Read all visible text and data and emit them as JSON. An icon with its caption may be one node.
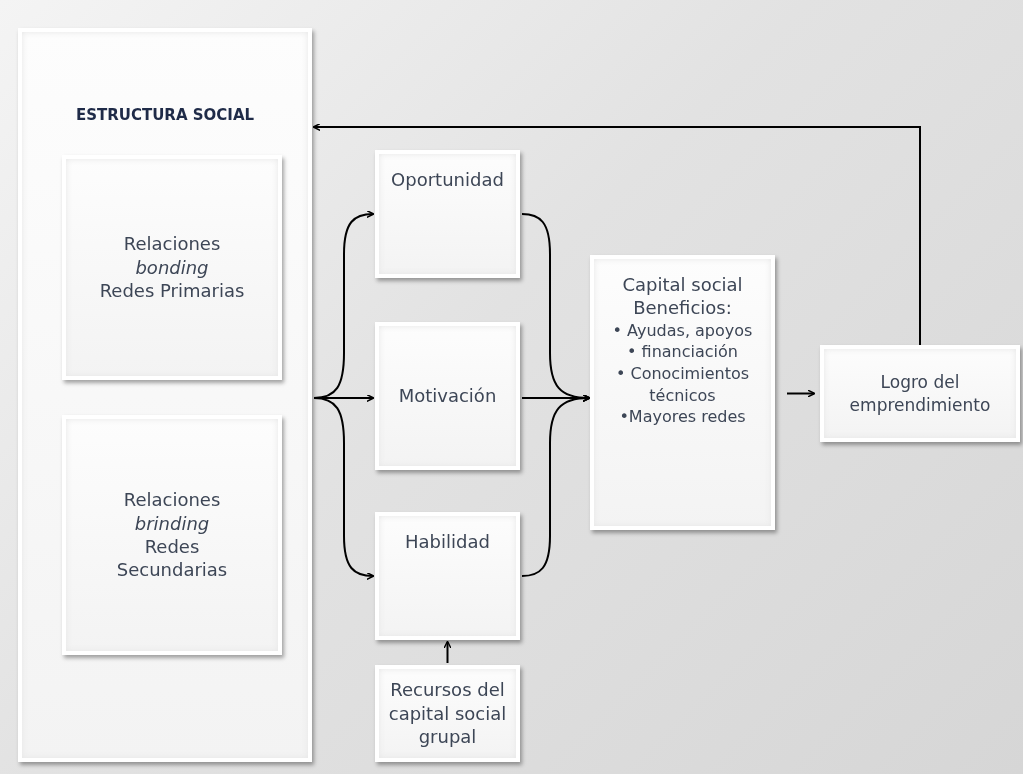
{
  "diagram": {
    "nodes": [
      {
        "text": [
          "ESTRUCTURA SOCIAL"
        ]
      },
      {
        "text": [
          "Relaciones *bonding* Redes Primarias"
        ],
        "in": 0
      },
      {
        "text": [
          "Relaciones *brinding* Redes Secundarias"
        ],
        "in": 0
      },
      {
        "text": [
          "Oportunidad"
        ]
      },
      {
        "text": [
          "Motivación"
        ]
      },
      {
        "text": [
          "Habilidad"
        ]
      },
      {
        "text": [
          "Capital social Beneficios:",
          "• Ayudas, apoyos",
          "• financiación",
          "• Conocimientos técnicos",
          "•Mayores redes"
        ]
      },
      {
        "text": [
          "Logro del emprendimiento"
        ]
      },
      {
        "text": [
          "Recursos del capital social grupal"
        ]
      }
    ],
    "edges": [
      {
        "from": 0,
        "to": 3,
        "arrow": "to"
      },
      {
        "from": 0,
        "to": 4,
        "arrow": "to"
      },
      {
        "from": 0,
        "to": 5,
        "arrow": "to"
      },
      {
        "from": 3,
        "to": 6,
        "arrow": "to"
      },
      {
        "from": 4,
        "to": 6,
        "arrow": "to"
      },
      {
        "from": 5,
        "to": 6,
        "arrow": "to"
      },
      {
        "from": 6,
        "to": 7,
        "arrow": "to"
      },
      {
        "from": 7,
        "to": 0,
        "arrow": "to"
      },
      {
        "from": 8,
        "to": 5,
        "arrow": "to"
      }
    ]
  }
}
